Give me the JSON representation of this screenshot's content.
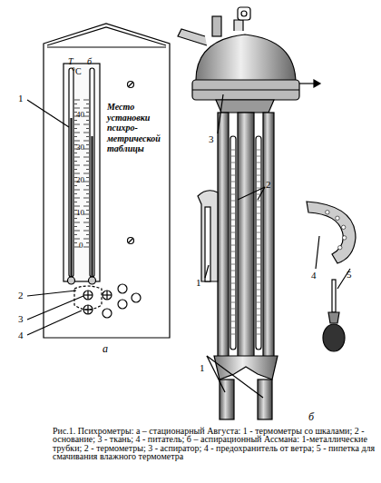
{
  "diagram": {
    "caption": "Рис.1. Психрометры: а – стационарный Августа: 1 - термометры со шкалами; 2 - основание; 3 - ткань; 4 - питатель; б – аспирационный Ассмана: 1-металлические трубки; 2 - термометры; 3 - аспиратор; 4 - предохранитель от ветра; 5 - пипетка для смачивания влажного термометра",
    "labels": [
      "Т",
      "б",
      "°C",
      "40",
      "30",
      "20",
      "10",
      "0",
      "Место установки психро-метрической таблицы",
      "1",
      "2",
      "3",
      "4",
      "а",
      "3",
      "2",
      "1",
      "4",
      "5",
      "1",
      "б"
    ]
  }
}
